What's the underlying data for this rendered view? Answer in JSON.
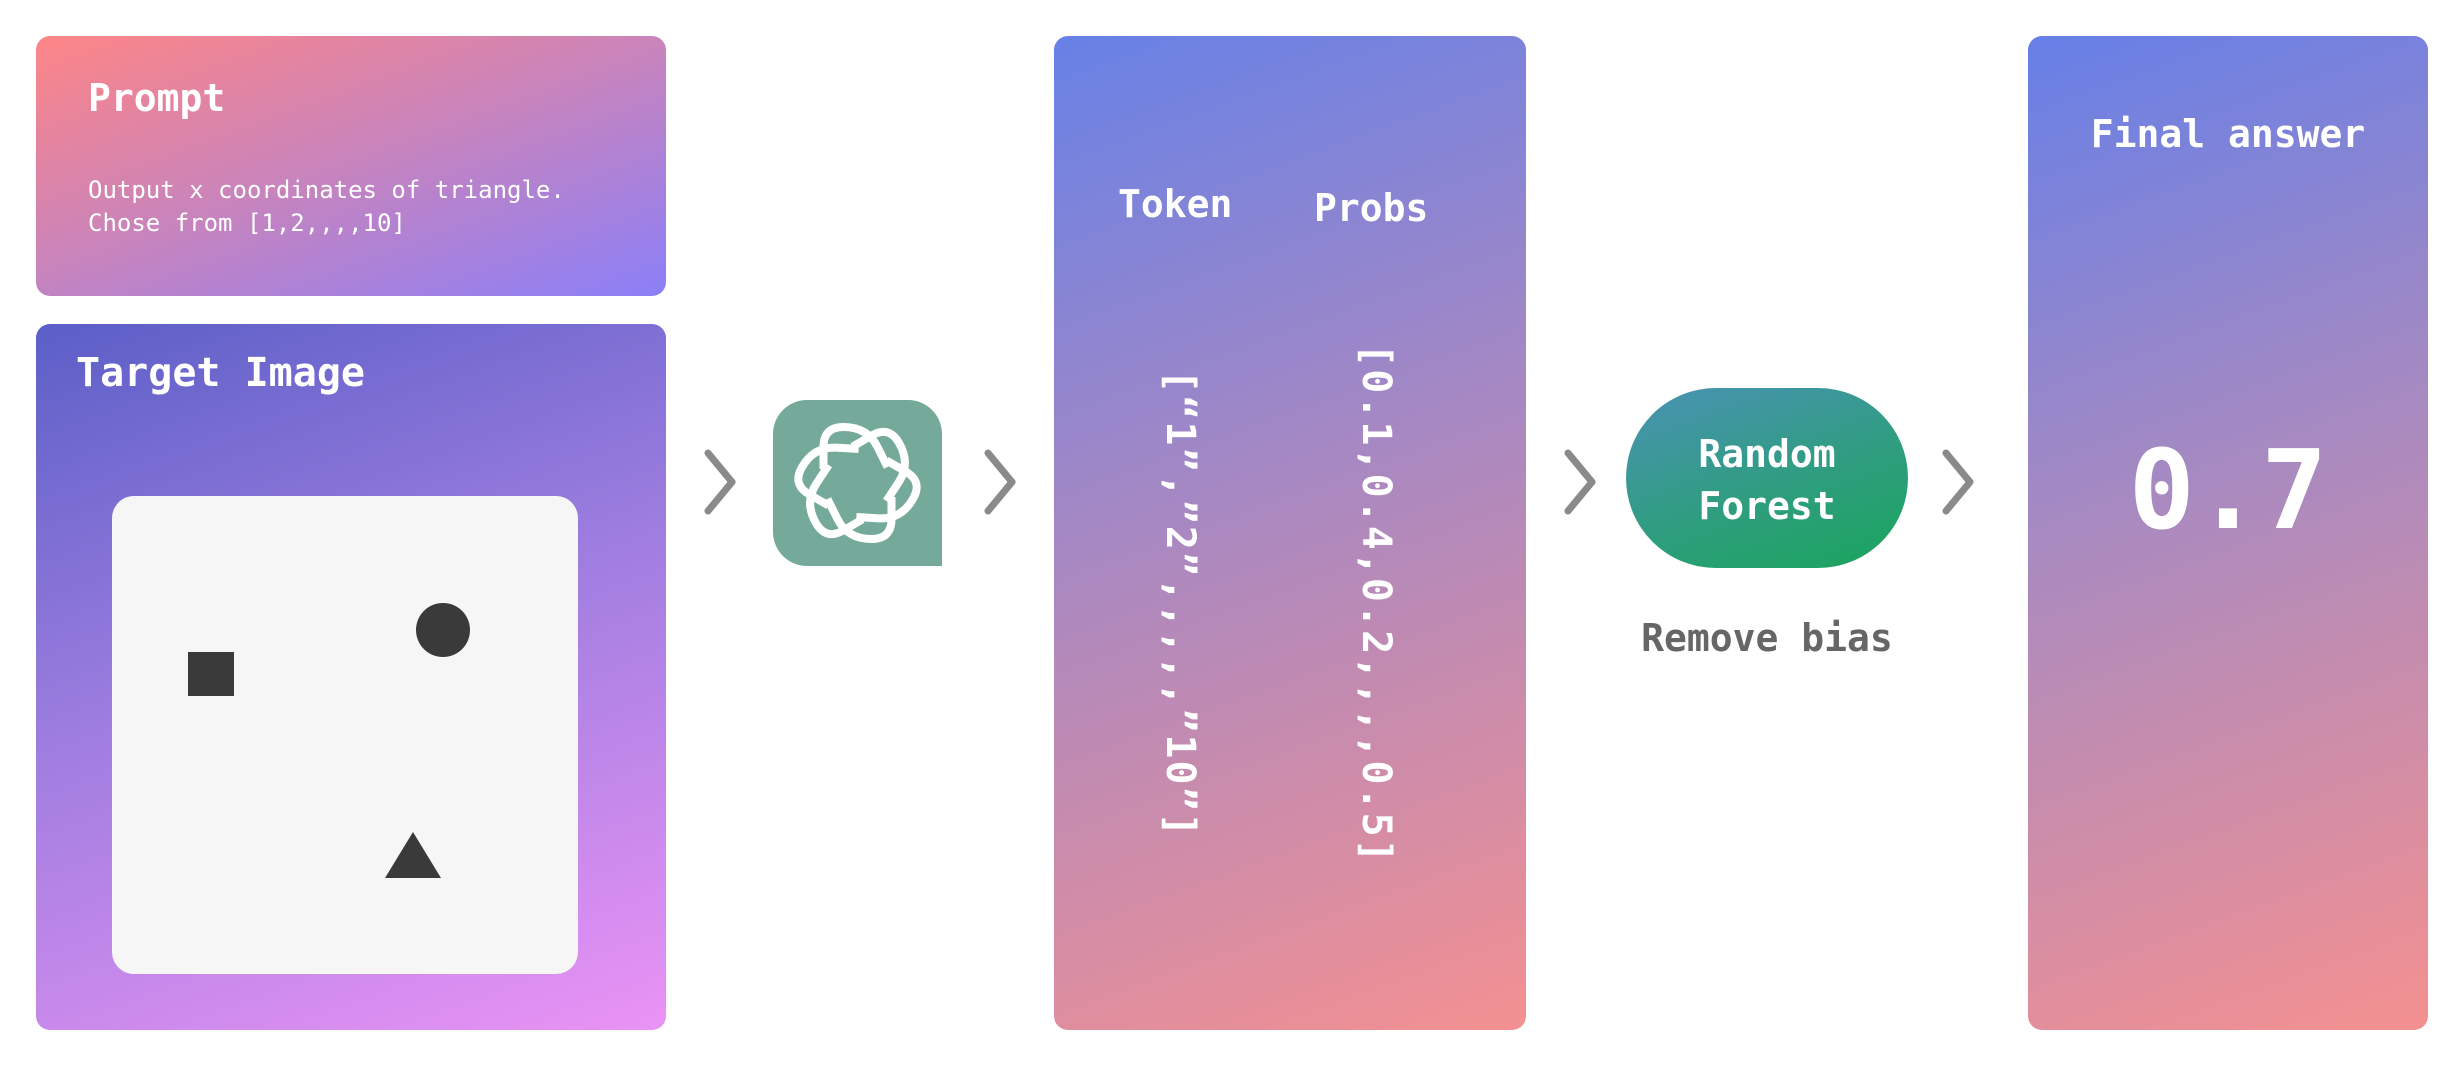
{
  "prompt": {
    "title": "Prompt",
    "lines": [
      "Output x coordinates of triangle.",
      "Chose from [1,2,,,,10]"
    ]
  },
  "target": {
    "title": "Target Image",
    "shapes": [
      "square",
      "circle",
      "triangle"
    ]
  },
  "model": {
    "icon": "openai-logo-icon"
  },
  "tokens": {
    "token_header": "Token",
    "probs_header": "Probs",
    "token_list": "[“1”,”2”,,,,,”10”]",
    "probs_list": "[0.1,0.4,0.2,,,,0.5]"
  },
  "random_forest": {
    "line1": "Random",
    "line2": "Forest",
    "caption": "Remove bias"
  },
  "final": {
    "title": "Final answer",
    "value": "0.7"
  },
  "colors": {
    "arrow": "#8a8a8a",
    "shape_fill": "#3a3a3a",
    "logo_bg": "#75a99a",
    "caption_text": "#666666"
  }
}
